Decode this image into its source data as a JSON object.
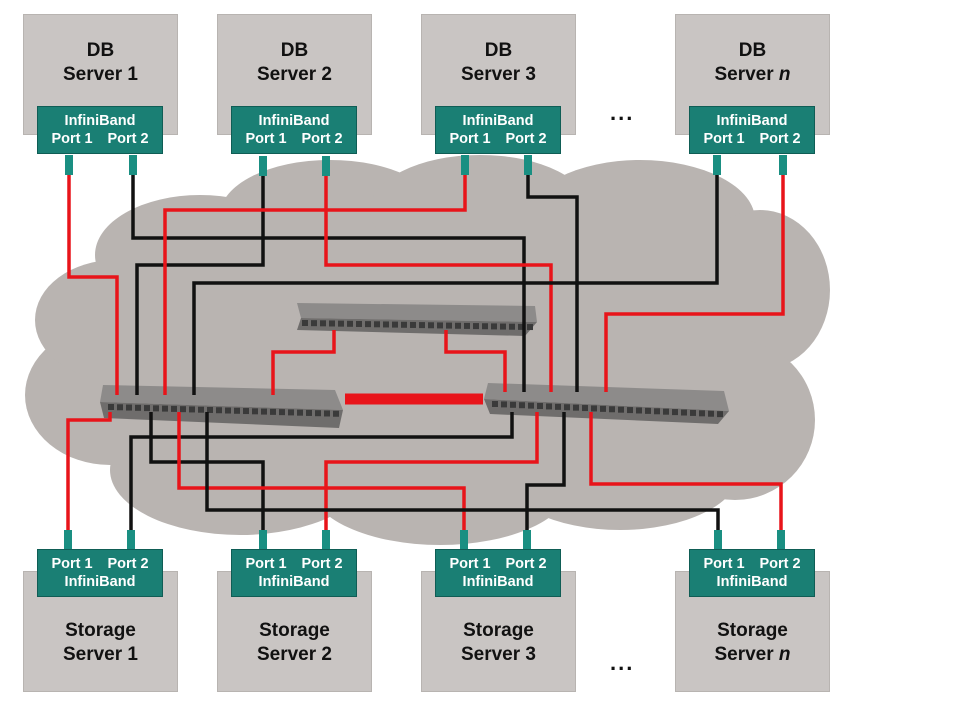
{
  "db_servers": [
    {
      "line1": "DB",
      "line2": "Server 1",
      "italic": ""
    },
    {
      "line1": "DB",
      "line2": "Server 2",
      "italic": ""
    },
    {
      "line1": "DB",
      "line2": "Server 3",
      "italic": ""
    },
    {
      "line1": "DB",
      "line2": "Server ",
      "italic": "n"
    }
  ],
  "storage_servers": [
    {
      "line1": "Storage",
      "line2": "Server 1",
      "italic": ""
    },
    {
      "line1": "Storage",
      "line2": "Server 2",
      "italic": ""
    },
    {
      "line1": "Storage",
      "line2": "Server 3",
      "italic": ""
    },
    {
      "line1": "Storage",
      "line2": "Server ",
      "italic": "n"
    }
  ],
  "ib": {
    "name": "InfiniBand",
    "port1": "Port 1",
    "port2": "Port 2"
  },
  "ellipsis": "...",
  "colors": {
    "red_cable": "#e8141a",
    "black_cable": "#111111",
    "cloud": "#b9b4b1",
    "ib_card": "#1a7f74",
    "server_box": "#c9c5c3"
  }
}
